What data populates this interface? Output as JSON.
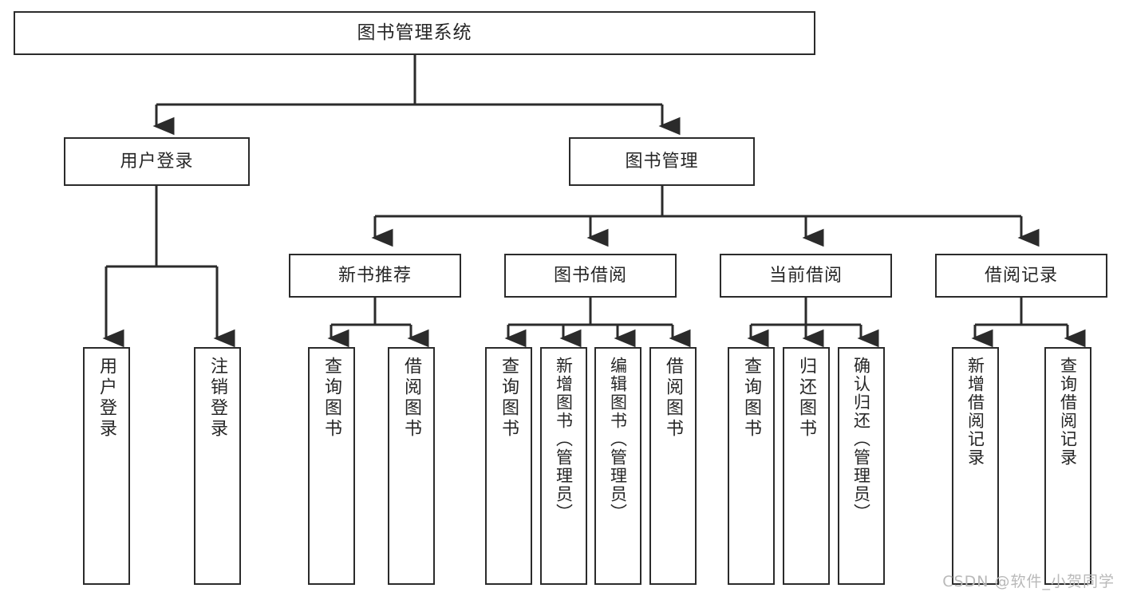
{
  "diagram": {
    "title": "图书管理系统",
    "type": "tree-hierarchy",
    "root": {
      "label": "图书管理系统"
    },
    "level2": [
      {
        "id": "user-login",
        "label": "用户登录"
      },
      {
        "id": "book-management",
        "label": "图书管理"
      }
    ],
    "level3": [
      {
        "id": "new-book-recommend",
        "label": "新书推荐",
        "parent": "book-management"
      },
      {
        "id": "book-borrow",
        "label": "图书借阅",
        "parent": "book-management"
      },
      {
        "id": "current-borrow",
        "label": "当前借阅",
        "parent": "book-management"
      },
      {
        "id": "borrow-record",
        "label": "借阅记录",
        "parent": "book-management"
      }
    ],
    "leaves": [
      {
        "id": "leaf-user-login",
        "label": "用户登录",
        "parent": "user-login"
      },
      {
        "id": "leaf-user-logout",
        "label": "注销登录",
        "parent": "user-login"
      },
      {
        "id": "leaf-query-book-1",
        "label": "查询图书",
        "parent": "new-book-recommend"
      },
      {
        "id": "leaf-borrow-book-1",
        "label": "借阅图书",
        "parent": "new-book-recommend"
      },
      {
        "id": "leaf-query-book-2",
        "label": "查询图书",
        "parent": "book-borrow"
      },
      {
        "id": "leaf-add-book",
        "label": "新增图书（管理员）",
        "parent": "book-borrow"
      },
      {
        "id": "leaf-edit-book",
        "label": "编辑图书（管理员）",
        "parent": "book-borrow"
      },
      {
        "id": "leaf-borrow-book-2",
        "label": "借阅图书",
        "parent": "book-borrow"
      },
      {
        "id": "leaf-query-book-3",
        "label": "查询图书",
        "parent": "current-borrow"
      },
      {
        "id": "leaf-return-book",
        "label": "归还图书",
        "parent": "current-borrow"
      },
      {
        "id": "leaf-confirm-return",
        "label": "确认归还（管理员）",
        "parent": "current-borrow"
      },
      {
        "id": "leaf-add-record",
        "label": "新增借阅记录",
        "parent": "borrow-record"
      },
      {
        "id": "leaf-query-record",
        "label": "查询借阅记录",
        "parent": "borrow-record"
      }
    ],
    "watermark": "CSDN @软件_小贺同学",
    "colors": {
      "stroke": "#2b2b2b",
      "fill": "#ffffff",
      "text": "#262626",
      "watermark": "#b9b9b9"
    }
  }
}
